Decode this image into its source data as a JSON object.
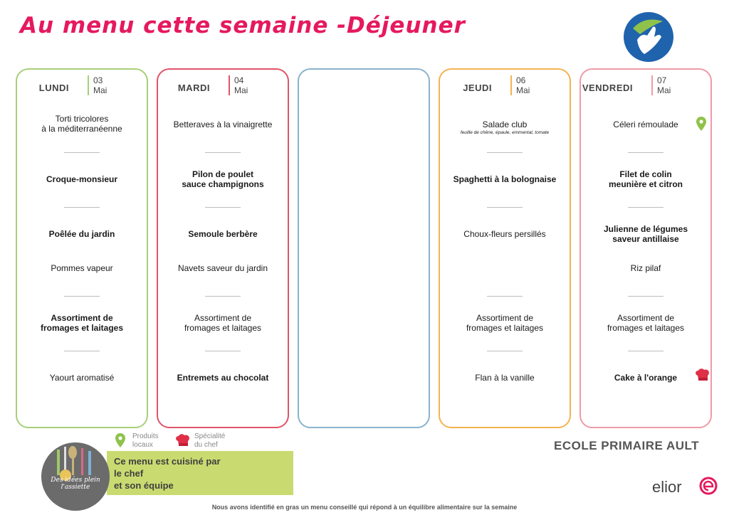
{
  "header": {
    "title": "Au menu cette semaine -Déjeuner"
  },
  "colors": {
    "title": "#e5195f",
    "lundi": "#a7cf79",
    "mardi": "#e05468",
    "empty": "#89b3cc",
    "jeudi": "#f3b34f",
    "vendredi": "#ef9aa8"
  },
  "days": {
    "lundi": {
      "name": "LUNDI",
      "day": "03",
      "month": "Mai",
      "dishes": [
        "Torti tricolores\nà la méditerranéenne",
        "Croque-monsieur",
        "Poêlée du jardin",
        "Pommes vapeur",
        "Assortiment de\nfromages et laitages",
        "Yaourt aromatisé"
      ]
    },
    "mardi": {
      "name": "MARDI",
      "day": "04",
      "month": "Mai",
      "dishes": [
        "Betteraves à la vinaigrette",
        "Pilon de poulet\nsauce champignons",
        "Semoule berbère",
        "Navets saveur du jardin",
        "Assortiment de\nfromages et laitages",
        "Entremets au chocolat"
      ]
    },
    "jeudi": {
      "name": "JEUDI",
      "day": "06",
      "month": "Mai",
      "dishes": [
        "Salade club",
        "Spaghetti à la bolognaise",
        "Choux-fleurs persillés",
        "Assortiment de\nfromages et laitages",
        "Flan à la vanille"
      ],
      "salad_detail": "feuille de chêne, épaule, emmental, tomate"
    },
    "vendredi": {
      "name": "VENDREDI",
      "day": "07",
      "month": "Mai",
      "dishes": [
        "Céleri rémoulade",
        "Filet de colin\nmeunière et citron",
        "Julienne de légumes\nsaveur antillaise",
        "Riz pilaf",
        "Assortiment de\nfromages et laitages",
        "Cake à l'orange"
      ]
    }
  },
  "legend": {
    "local_line1": "Produits",
    "local_line2": "locaux",
    "chef_line1": "Spécialité",
    "chef_line2": "du chef",
    "local_icon": "location-pin-icon",
    "chef_icon": "chef-hat-icon"
  },
  "banner": {
    "line1": "Ce menu est cuisiné par",
    "line2": "le chef",
    "line3": "et son équipe",
    "badge_text": "Des idées plein l'assiette"
  },
  "school": "ECOLE PRIMAIRE  AULT",
  "brand": "elior",
  "footer": "Nous avons identifié en gras un menu conseillé qui répond à un équilibre alimentaire sur la semaine"
}
